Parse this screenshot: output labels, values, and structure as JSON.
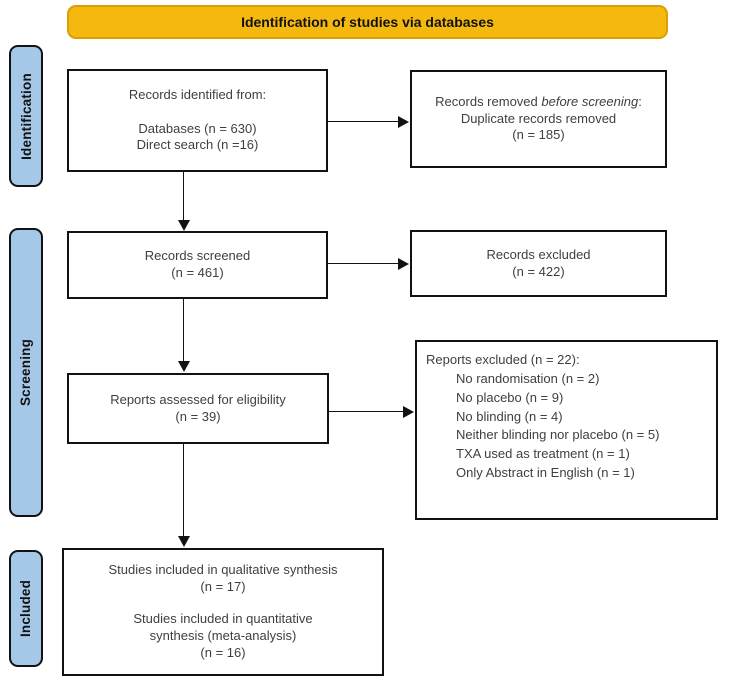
{
  "banner": {
    "label": "Identification of studies via databases"
  },
  "stages": {
    "identification": {
      "label": "Identification"
    },
    "screening": {
      "label": "Screening"
    },
    "included": {
      "label": "Included"
    }
  },
  "flow": {
    "records_identified": {
      "title": "Records identified from:",
      "line_databases": "Databases (n = 630)",
      "line_direct": "Direct search (n =16)"
    },
    "records_removed": {
      "prefix": "Records removed ",
      "italic": "before screening",
      "suffix": ":",
      "line2": "Duplicate records removed",
      "line3": "(n = 185)"
    },
    "records_screened": {
      "line1": "Records screened",
      "line2": "(n = 461)"
    },
    "records_excluded": {
      "line1": "Records excluded",
      "line2": "(n = 422)"
    },
    "reports_assessed": {
      "line1": "Reports assessed for eligibility",
      "line2": "(n = 39)"
    },
    "reports_excluded": {
      "header": "Reports excluded (n = 22):",
      "items": [
        "No randomisation (n = 2)",
        "No placebo (n = 9)",
        "No blinding (n = 4)",
        "Neither blinding nor placebo (n = 5)",
        "TXA used as treatment (n = 1)",
        "Only Abstract in English (n = 1)"
      ]
    },
    "included": {
      "line1": "Studies included in qualitative synthesis",
      "line2": "(n = 17)",
      "line3": "Studies included in quantitative",
      "line4": "synthesis (meta-analysis)",
      "line5": "(n = 16)"
    }
  },
  "colors": {
    "banner_bg": "#F5B80E",
    "banner_border": "#DC9E00",
    "stage_tab_bg": "#A5C8E8",
    "box_border": "#121212",
    "text": "#3f3f3f"
  }
}
